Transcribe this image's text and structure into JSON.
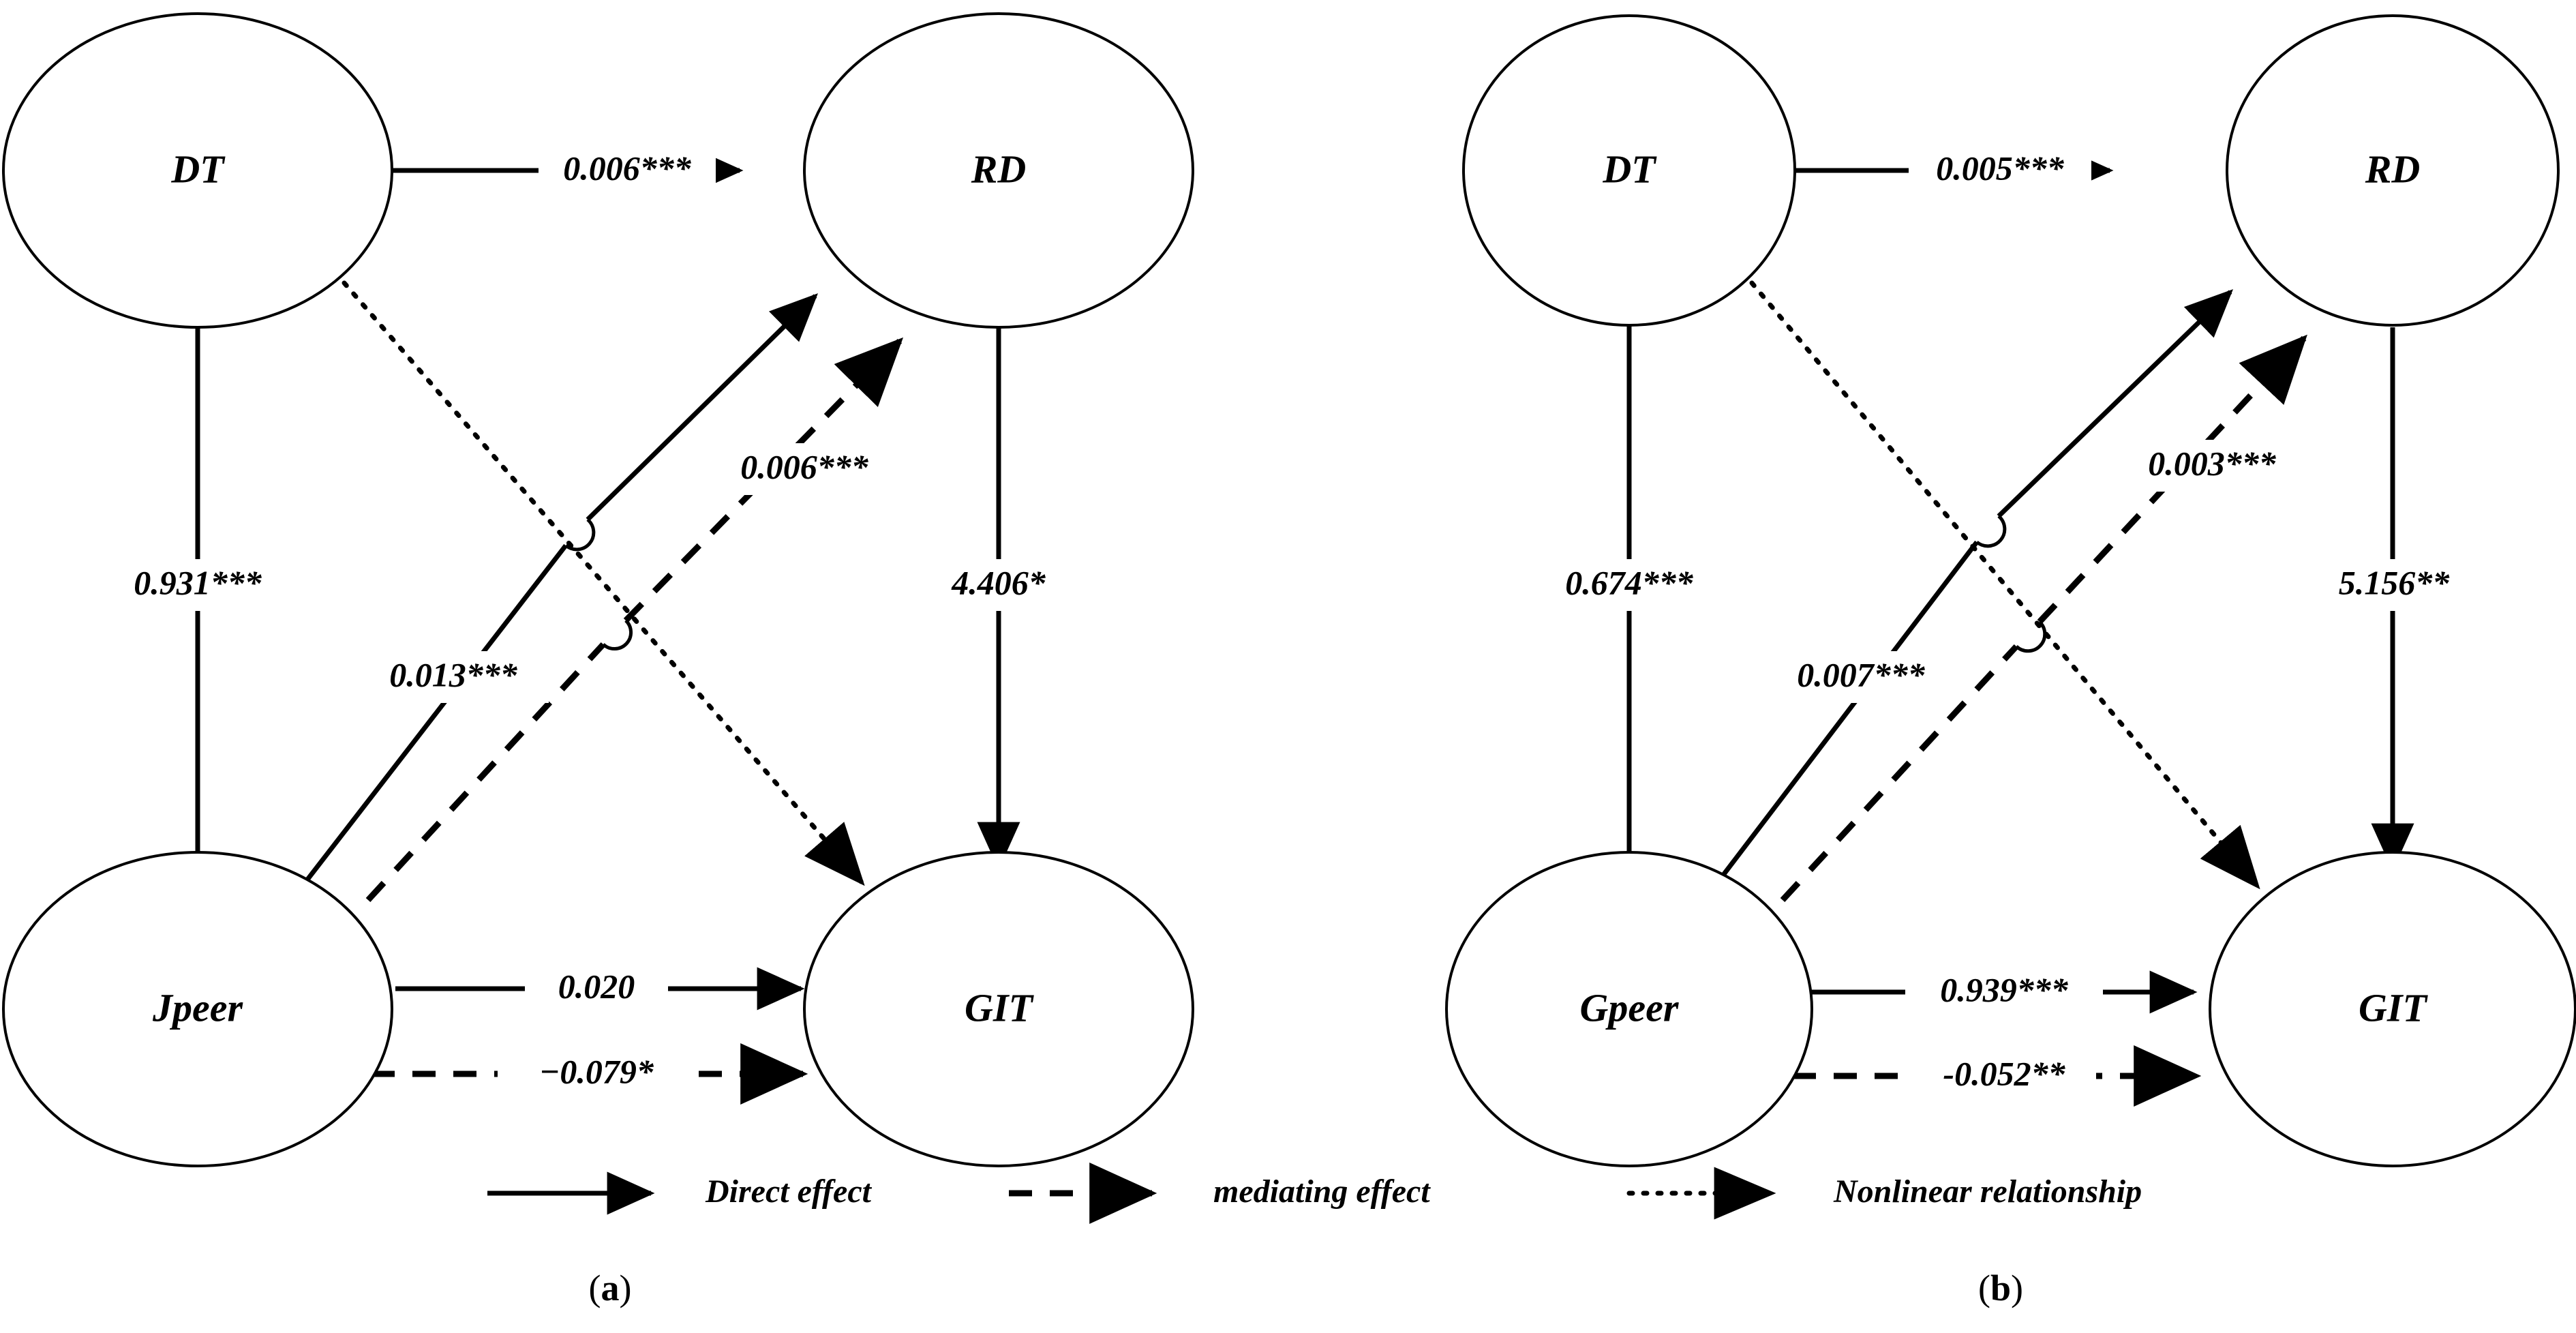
{
  "figure": {
    "type": "path-diagram",
    "background": "#ffffff",
    "ink_color": "#000000"
  },
  "legend": {
    "items": [
      {
        "label": "Direct effect",
        "line_style": "solid",
        "marker": "arrow"
      },
      {
        "label": "mediating effect",
        "line_style": "dashed",
        "marker": "arrow"
      },
      {
        "label": "Nonlinear relationship",
        "line_style": "dotted",
        "marker": "arrow"
      }
    ]
  },
  "panels": [
    {
      "id": "a",
      "caption_open": "(",
      "caption_letter": "a",
      "caption_close": ")",
      "nodes": [
        {
          "id": "DT",
          "label": "DT"
        },
        {
          "id": "RD",
          "label": "RD"
        },
        {
          "id": "Jpeer",
          "label": "Jpeer"
        },
        {
          "id": "GIT",
          "label": "GIT"
        }
      ],
      "edges": [
        {
          "from": "DT",
          "to": "RD",
          "label": "0.006***",
          "style": "solid"
        },
        {
          "from": "Jpeer",
          "to": "DT",
          "label": "0.931***",
          "style": "solid"
        },
        {
          "from": "Jpeer",
          "to": "RD",
          "label": "0.013***",
          "style": "solid"
        },
        {
          "from": "Jpeer",
          "to": "RD",
          "label": "0.006***",
          "style": "dashed"
        },
        {
          "from": "RD",
          "to": "GIT",
          "label": "4.406*",
          "style": "solid"
        },
        {
          "from": "Jpeer",
          "to": "GIT",
          "label": "0.020",
          "style": "solid"
        },
        {
          "from": "Jpeer",
          "to": "GIT",
          "label": "−0.079*",
          "style": "dashed"
        },
        {
          "from": "DT",
          "to": "GIT",
          "label": "",
          "style": "dotted"
        }
      ]
    },
    {
      "id": "b",
      "caption_open": "(",
      "caption_letter": "b",
      "caption_close": ")",
      "nodes": [
        {
          "id": "DT",
          "label": "DT"
        },
        {
          "id": "RD",
          "label": "RD"
        },
        {
          "id": "Gpeer",
          "label": "Gpeer"
        },
        {
          "id": "GIT",
          "label": "GIT"
        }
      ],
      "edges": [
        {
          "from": "DT",
          "to": "RD",
          "label": "0.005***",
          "style": "solid"
        },
        {
          "from": "Gpeer",
          "to": "DT",
          "label": "0.674***",
          "style": "solid"
        },
        {
          "from": "Gpeer",
          "to": "RD",
          "label": "0.007***",
          "style": "solid"
        },
        {
          "from": "Gpeer",
          "to": "RD",
          "label": "0.003***",
          "style": "dashed"
        },
        {
          "from": "RD",
          "to": "GIT",
          "label": "5.156**",
          "style": "solid"
        },
        {
          "from": "Gpeer",
          "to": "GIT",
          "label": "0.939***",
          "style": "solid"
        },
        {
          "from": "Gpeer",
          "to": "GIT",
          "label": "-0.052**",
          "style": "dashed"
        },
        {
          "from": "DT",
          "to": "GIT",
          "label": "",
          "style": "dotted"
        }
      ]
    }
  ]
}
